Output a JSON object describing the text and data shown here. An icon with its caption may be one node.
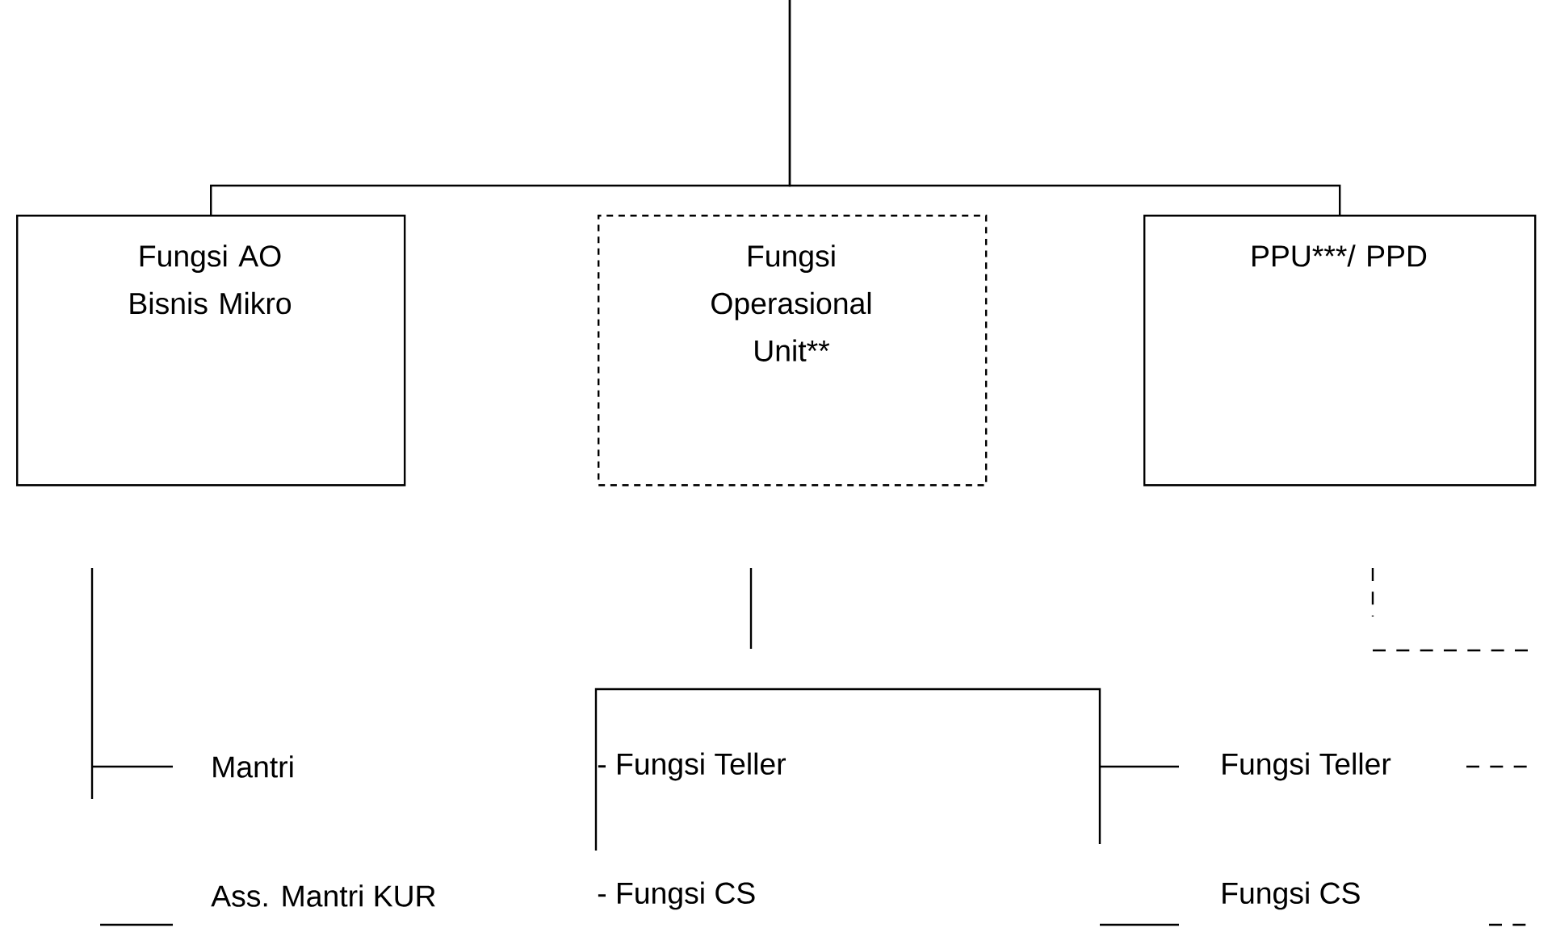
{
  "diagram": {
    "nodes": [
      {
        "text": [
          "Fungsi AO Bisnis Mikro"
        ]
      },
      {
        "text": [
          "Fungsi Operasional Unit**"
        ]
      },
      {
        "text": [
          "PPU***/ PPD"
        ]
      }
    ],
    "edges": [
      {
        "from": null,
        "to": 0,
        "arrow": "none"
      },
      {
        "from": null,
        "to": 2,
        "arrow": "none"
      }
    ],
    "labels": [
      "Mantri",
      "- Fungsi Teller",
      "Fungsi Teller",
      "Ass. Mantri KUR",
      "- Fungsi CS",
      "Fungsi CS"
    ]
  }
}
